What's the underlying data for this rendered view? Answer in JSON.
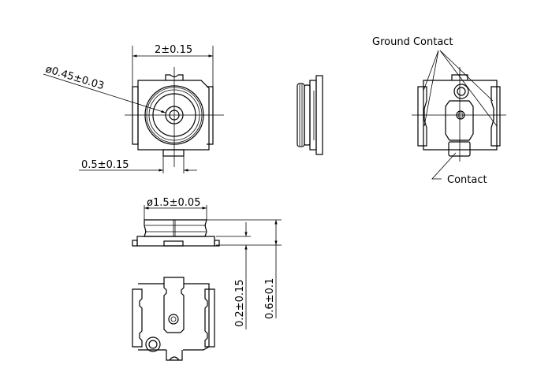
{
  "title": "Connector mechanical drawing",
  "dimensions": {
    "width": "2±0.15",
    "pin_diameter": "ø0.45±0.03",
    "tab_width": "0.5±0.15",
    "body_diameter": "ø1.5±0.05",
    "base_height": "0.2±0.15",
    "total_height": "0.6±0.1"
  },
  "labels": {
    "ground_contact": "Ground Contact",
    "contact": "Contact"
  },
  "colors": {
    "line": "#000000",
    "background": "#ffffff"
  }
}
